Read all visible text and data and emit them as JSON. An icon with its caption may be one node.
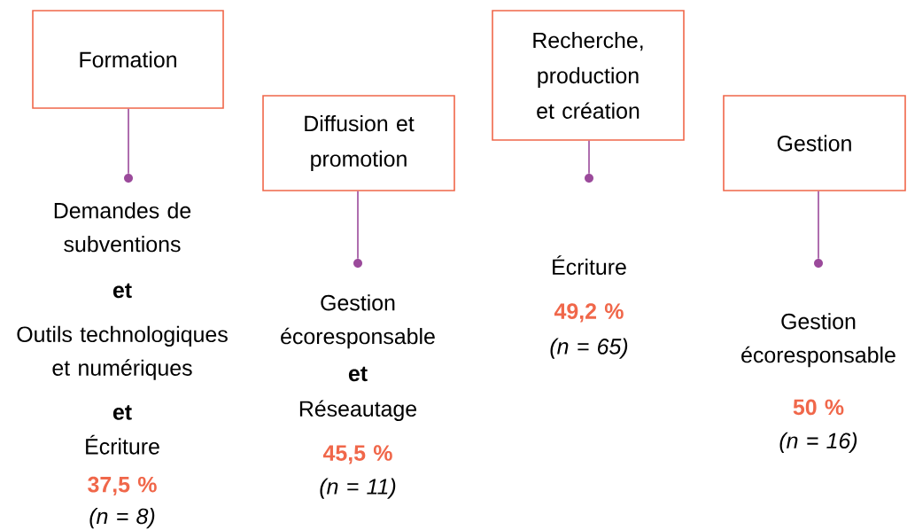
{
  "diagram": {
    "nodes": [
      {
        "text": [
          "Formation"
        ]
      },
      {
        "text": [],
        "shape": "circle",
        "beside": [
          "Demandes de subventions",
          "et",
          "Outils technologiques et numériques",
          "et",
          "Écriture",
          "37,5 %",
          "(n = 8)"
        ]
      },
      {
        "text": [
          "Diffusion et promotion"
        ]
      },
      {
        "text": [],
        "shape": "circle",
        "beside": [
          "Gestion écoresponsable",
          "et",
          "Réseautage",
          "45,5 %",
          "(n = 11)"
        ]
      },
      {
        "text": [
          "Recherche, production et création"
        ]
      },
      {
        "text": [],
        "shape": "circle",
        "beside": [
          "Écriture",
          "49,2 %",
          "(n = 65)"
        ]
      },
      {
        "text": [
          "Gestion"
        ]
      },
      {
        "text": [],
        "shape": "circle",
        "beside": [
          "Gestion écoresponsable",
          "50 %",
          "(n = 16)"
        ]
      }
    ],
    "edges": [
      {
        "from": 0,
        "to": 1,
        "arrow": "none"
      },
      {
        "from": 2,
        "to": 3,
        "arrow": "none"
      },
      {
        "from": 4,
        "to": 5,
        "arrow": "none"
      },
      {
        "from": 6,
        "to": 7,
        "arrow": "none"
      }
    ]
  }
}
